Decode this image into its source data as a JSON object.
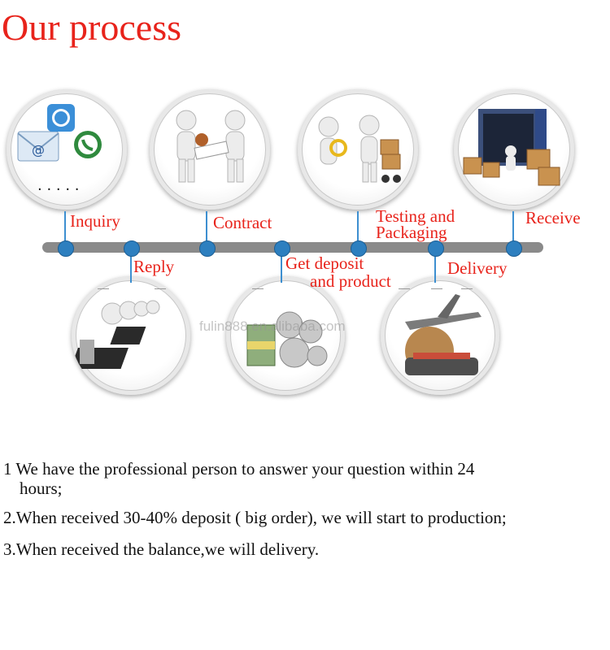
{
  "title": "Our process",
  "steps": {
    "inquiry": "Inquiry",
    "reply": "Reply",
    "contract": "Contract",
    "deposit_line1": "Get deposit",
    "deposit_line2": "and product",
    "testing_line1": "Testing and",
    "testing_line2": "Packaging",
    "delivery": "Delivery",
    "receive": "Receive"
  },
  "inquiry_icon_text": ". . . . .",
  "watermark": "fulin888.en.alibaba.com",
  "notes": [
    {
      "line1": "1 We have the professional person to answer your question within 24",
      "line2": "hours;"
    },
    {
      "line1": "2.When received 30-40% deposit ( big order), we will start to production;"
    },
    {
      "line1": "3.When received the balance,we will delivery."
    }
  ],
  "colors": {
    "accent": "#e8231b",
    "timeline": "#8a8a8a",
    "node": "#2d7fbf"
  }
}
